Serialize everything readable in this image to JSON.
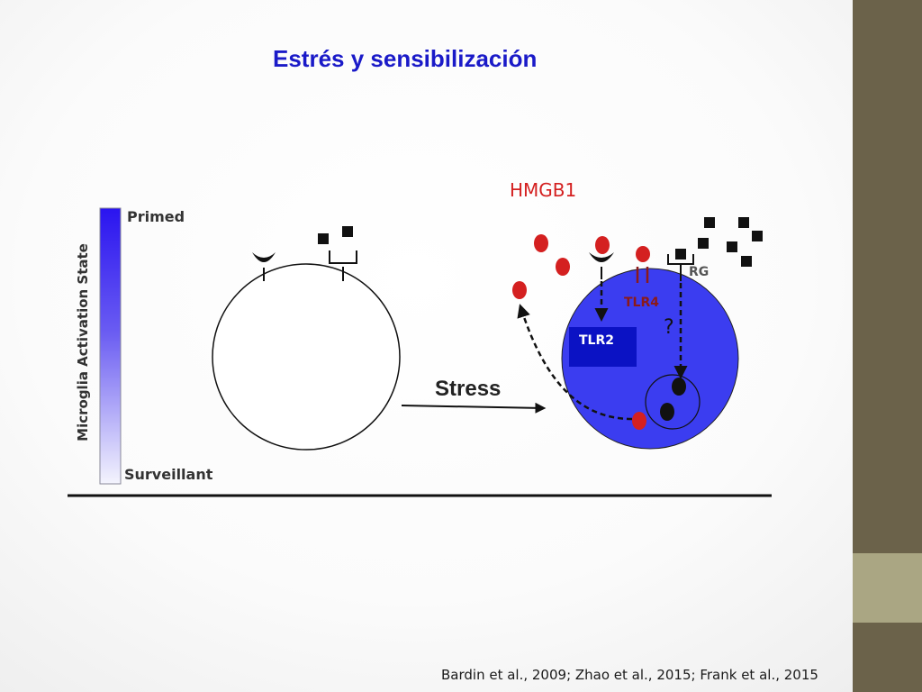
{
  "slide": {
    "title": "Estrés y sensibilización",
    "citation": "Bardin et al., 2009; Zhao et al., 2015; Frank et al., 2015"
  },
  "diagram": {
    "activation_axis_label": "Microglia Activation State",
    "top_state": "Primed",
    "bottom_state": "Surveillant",
    "transition_label": "Stress",
    "ligand_label": "HMGB1",
    "receptor_labels": {
      "tlr4": "TLR4",
      "tlr2": "TLR2",
      "rg": "RG"
    },
    "unknown_marker": "?"
  },
  "colors": {
    "title": "#1a1ac8",
    "cell_primed": "#3b3df0",
    "tlr2_box": "#0b12c4",
    "hmgb1": "#d42020",
    "ligand_label": "#d42020",
    "tlr4": "#8b1a1a",
    "side_dark": "#6b624a",
    "side_light": "#aaa683"
  }
}
